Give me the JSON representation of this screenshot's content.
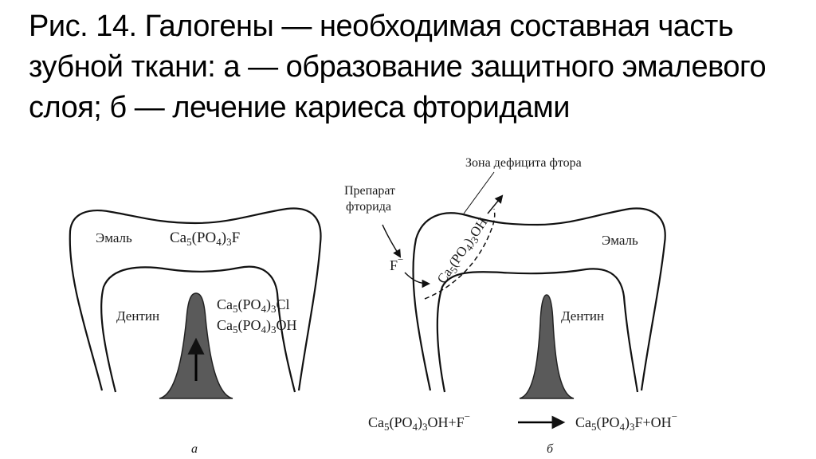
{
  "title": "Рис. 14. Галогены — необходимая составная часть зубной ткани: а — образование защитного эмалевого слоя; б — лечение кариеса фторидами",
  "panel_a": {
    "enamel": "Эмаль",
    "enamel_formula": {
      "main": "Ca",
      "s1": "5",
      "mid": "(PO",
      "s2": "4",
      "s3": "3",
      "end": "F"
    },
    "dentin": "Дентин",
    "formula_cl": {
      "main": "Ca",
      "s1": "5",
      "mid": "(PO",
      "s2": "4",
      "s3": "3",
      "end": "Cl"
    },
    "formula_oh": {
      "main": "Ca",
      "s1": "5",
      "mid": "(PO",
      "s2": "4",
      "s3": "3",
      "end": "OH"
    },
    "caption": "а"
  },
  "panel_b": {
    "deficit_zone": "Зона дефицита фтора",
    "preparation_line1": "Препарат",
    "preparation_line2": "фторида",
    "fluoride_ion": "F",
    "ion_charge": "−",
    "enamel": "Эмаль",
    "dentin": "Дентин",
    "diagonal_formula": {
      "main": "Ca",
      "s1": "5",
      "mid": "(PO",
      "s2": "4",
      "s3": "3",
      "end": "OH"
    },
    "caption": "б"
  },
  "reaction": {
    "left": {
      "main": "Ca",
      "s1": "5",
      "mid": "(PO",
      "s2": "4",
      "s3": "3",
      "end": "OH+F"
    },
    "left_charge": "−",
    "right": {
      "main": "Ca",
      "s1": "5",
      "mid": "(PO",
      "s2": "4",
      "s3": "3",
      "end": "F+OH"
    },
    "right_charge": "−"
  }
}
